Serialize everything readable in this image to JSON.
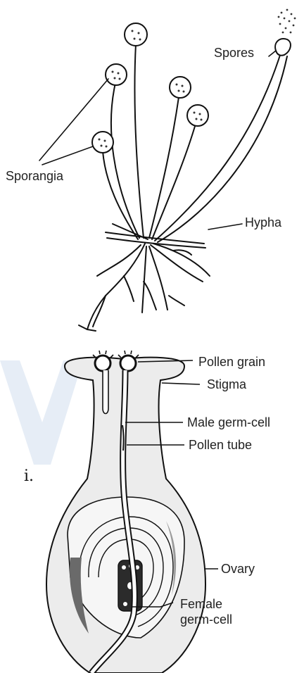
{
  "rhizopus": {
    "labels": {
      "spores": "Spores",
      "sporangia": "Sporangia",
      "hypha": "Hypha"
    }
  },
  "pollination": {
    "marker": "i.",
    "labels": {
      "pollen_grain": "Pollen grain",
      "stigma": "Stigma",
      "male_germ_cell": "Male germ-cell",
      "pollen_tube": "Pollen tube",
      "ovary": "Ovary",
      "female_germ_cell_line1": "Female",
      "female_germ_cell_line2": "germ-cell"
    }
  },
  "colors": {
    "ink": "#111111",
    "watermark": "#e6edf6",
    "ovary_fill": "#ececec",
    "ovule_shade": "#9a9a9a"
  }
}
